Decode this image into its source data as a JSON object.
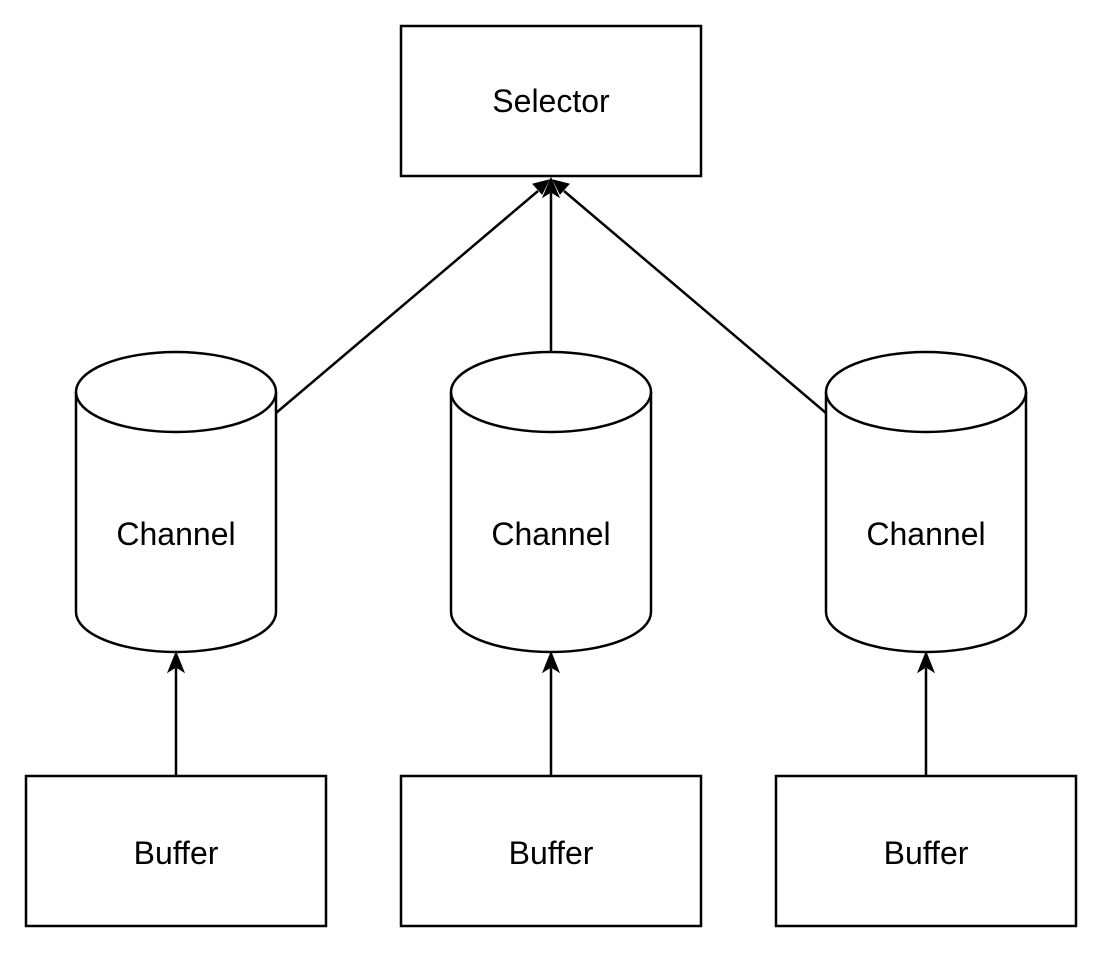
{
  "diagram": {
    "selector": {
      "label": "Selector"
    },
    "channels": [
      {
        "label": "Channel"
      },
      {
        "label": "Channel"
      },
      {
        "label": "Channel"
      }
    ],
    "buffers": [
      {
        "label": "Buffer"
      },
      {
        "label": "Buffer"
      },
      {
        "label": "Buffer"
      }
    ],
    "edges": [
      {
        "from": "buffers.0",
        "to": "channels.0"
      },
      {
        "from": "buffers.1",
        "to": "channels.1"
      },
      {
        "from": "buffers.2",
        "to": "channels.2"
      },
      {
        "from": "channels.0",
        "to": "selector"
      },
      {
        "from": "channels.1",
        "to": "selector"
      },
      {
        "from": "channels.2",
        "to": "selector"
      }
    ],
    "colors": {
      "stroke": "#000000",
      "fill": "#ffffff",
      "text": "#000000"
    }
  }
}
